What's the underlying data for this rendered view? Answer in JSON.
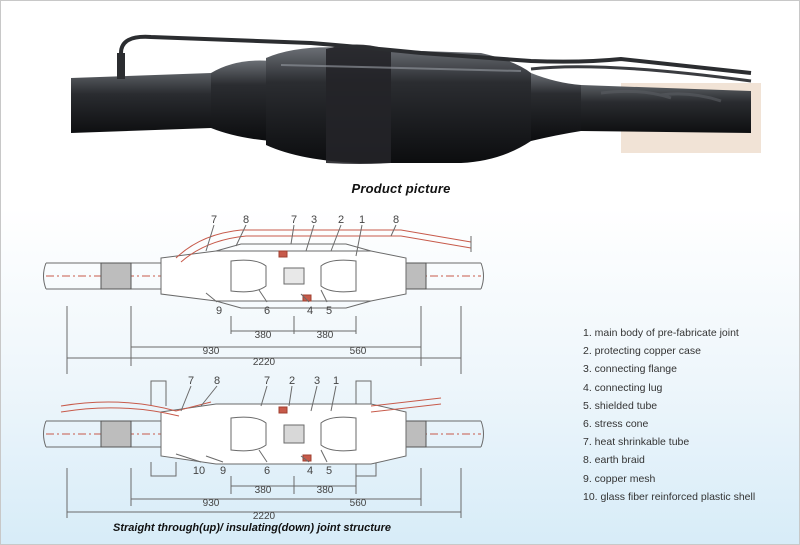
{
  "product_caption": "Product picture",
  "structure_caption": "Straight through(up)/ insulating(down) joint structure",
  "legend": [
    "1. main body of pre-fabricate joint",
    "2. protecting copper case",
    "3. connecting flange",
    "4. connecting lug",
    "5. shielded tube",
    "6. stress cone",
    "7. heat shrinkable tube",
    "8. earth braid",
    "9. copper mesh",
    "10. glass fiber reinforced plastic shell"
  ],
  "top_diagram": {
    "callouts_top": [
      "7",
      "8",
      "7",
      "3",
      "2",
      "1",
      "8"
    ],
    "callouts_bottom": [
      "9",
      "6",
      "4",
      "5"
    ],
    "dims": [
      "380",
      "380",
      "930",
      "560",
      "2220"
    ]
  },
  "bottom_diagram": {
    "callouts_top": [
      "7",
      "8",
      "7",
      "2",
      "3",
      "1"
    ],
    "callouts_bottom": [
      "10",
      "9",
      "6",
      "4",
      "5"
    ],
    "dims": [
      "380",
      "380",
      "930",
      "560",
      "2220"
    ]
  },
  "colors": {
    "body": "#1b1b1d",
    "outline": "#6a6a6a",
    "accent": "#c75a4a"
  }
}
